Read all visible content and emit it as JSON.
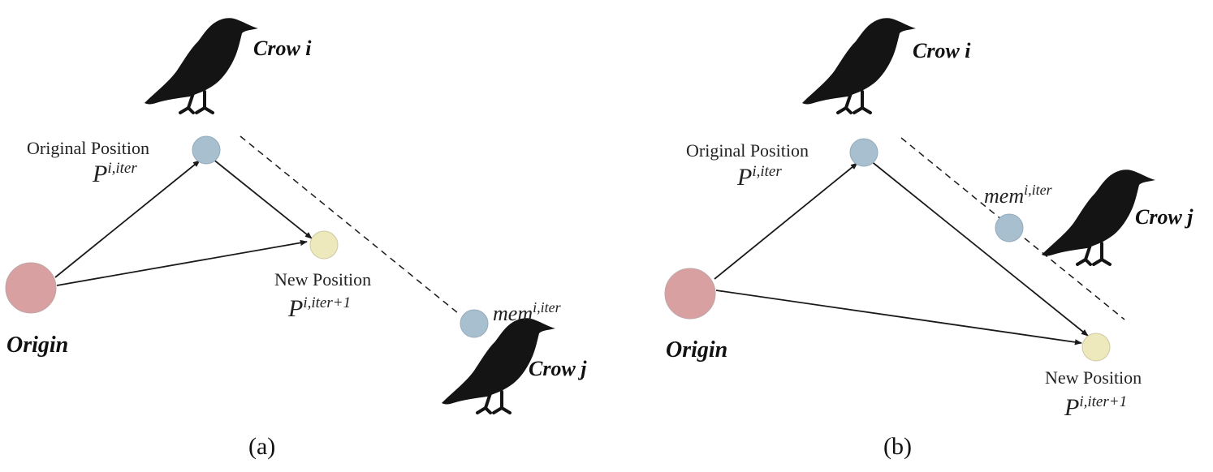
{
  "labels": {
    "crow_i": "Crow i",
    "crow_j": "Crow j",
    "origin": "Origin",
    "original_position": "Original Position",
    "new_position": "New Position",
    "p_base": "P",
    "p_sup": "i,iter",
    "p_new_sup": "i,iter+1",
    "mem_base": "mem",
    "mem_sup": "i,iter"
  },
  "captions": {
    "a": "(a)",
    "b": "(b)"
  },
  "colors": {
    "origin_fill": "#d9a0a2",
    "original_fill": "#a7bfcf",
    "new_fill": "#eee8bd",
    "mem_fill": "#a7bfcf",
    "crow": "#141414",
    "line": "#1a1a1a"
  }
}
